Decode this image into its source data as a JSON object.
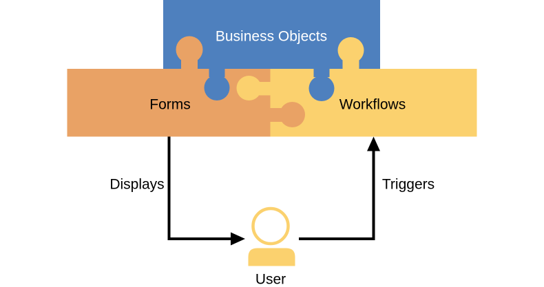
{
  "colors": {
    "blue": "#4E80BE",
    "orange": "#E9A265",
    "yellow": "#FBD16E",
    "arrow": "#000000",
    "label_dark": "#000000",
    "label_light": "#FFFFFF",
    "background": "#FFFFFF"
  },
  "diagram": {
    "pieces": [
      {
        "id": "business-objects",
        "label": "Business Objects",
        "color": "blue"
      },
      {
        "id": "forms",
        "label": "Forms",
        "color": "orange"
      },
      {
        "id": "workflows",
        "label": "Workflows",
        "color": "yellow"
      }
    ],
    "arrows": [
      {
        "id": "displays",
        "label": "Displays",
        "from": "forms",
        "to": "user"
      },
      {
        "id": "triggers",
        "label": "Triggers",
        "from": "user",
        "to": "workflows"
      }
    ],
    "actor": {
      "id": "user",
      "label": "User"
    }
  }
}
